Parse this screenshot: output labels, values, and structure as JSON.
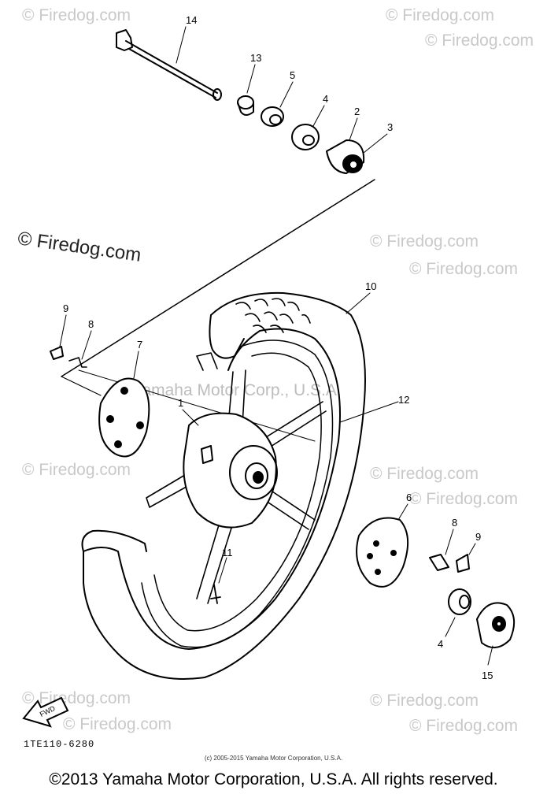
{
  "watermark": {
    "text": "© Firedog.com",
    "large_text": "© Firedog.com",
    "center_text": "Yamaha Motor Corp., U.S.A."
  },
  "callouts": {
    "c1": "1",
    "c2": "2",
    "c3": "3",
    "c4a": "4",
    "c4b": "4",
    "c5": "5",
    "c6": "6",
    "c7": "7",
    "c8a": "8",
    "c8b": "8",
    "c9a": "9",
    "c9b": "9",
    "c10": "10",
    "c11": "11",
    "c12": "12",
    "c13": "13",
    "c14": "14",
    "c15": "15"
  },
  "fwd_label": "FWD",
  "diagram_code": "1TE110-6280",
  "small_copyright": "(c) 2005-2015 Yamaha Motor Corporation, U.S.A.",
  "copyright": "©2013 Yamaha Motor Corporation, U.S.A. All rights reserved."
}
